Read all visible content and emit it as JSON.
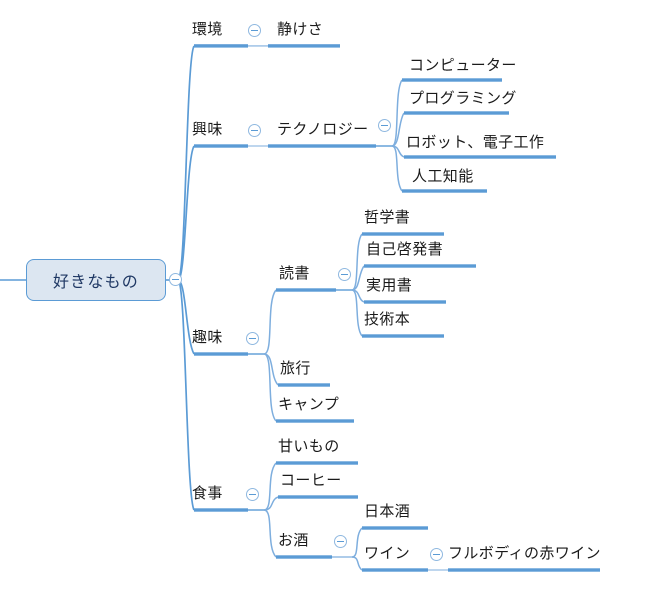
{
  "diagram": {
    "type": "mind-map",
    "title": "好きなもの",
    "colors": {
      "branch": "#5b9bd5",
      "branch_thin": "#7eaede",
      "root_fill": "#dce6f1",
      "root_border": "#5b9bd5",
      "root_text": "#1f3864",
      "label_text": "#1a1a1a",
      "toggle_border": "#8fb8e0",
      "background": "#ffffff"
    },
    "root": {
      "label": "好きなもの",
      "toggle": "collapse-toggle-icon"
    },
    "branches": [
      {
        "label": "環境",
        "toggle": "collapse-toggle-icon",
        "children": [
          {
            "label": "静けさ",
            "children": []
          }
        ]
      },
      {
        "label": "興味",
        "toggle": "collapse-toggle-icon",
        "children": [
          {
            "label": "テクノロジー",
            "toggle": "collapse-toggle-icon",
            "children": [
              {
                "label": "コンピューター"
              },
              {
                "label": "プログラミング"
              },
              {
                "label": "ロボット、電子工作"
              },
              {
                "label": "人工知能"
              }
            ]
          }
        ]
      },
      {
        "label": "趣味",
        "toggle": "collapse-toggle-icon",
        "children": [
          {
            "label": "読書",
            "toggle": "collapse-toggle-icon",
            "children": [
              {
                "label": "哲学書"
              },
              {
                "label": "自己啓発書"
              },
              {
                "label": "実用書"
              },
              {
                "label": "技術本"
              }
            ]
          },
          {
            "label": "旅行"
          },
          {
            "label": "キャンプ"
          }
        ]
      },
      {
        "label": "食事",
        "toggle": "collapse-toggle-icon",
        "children": [
          {
            "label": "甘いもの"
          },
          {
            "label": "コーヒー"
          },
          {
            "label": "お酒",
            "toggle": "collapse-toggle-icon",
            "children": [
              {
                "label": "日本酒"
              },
              {
                "label": "ワイン",
                "toggle": "collapse-toggle-icon",
                "children": [
                  {
                    "label": "フルボディの赤ワイン"
                  }
                ]
              }
            ]
          }
        ]
      }
    ]
  }
}
